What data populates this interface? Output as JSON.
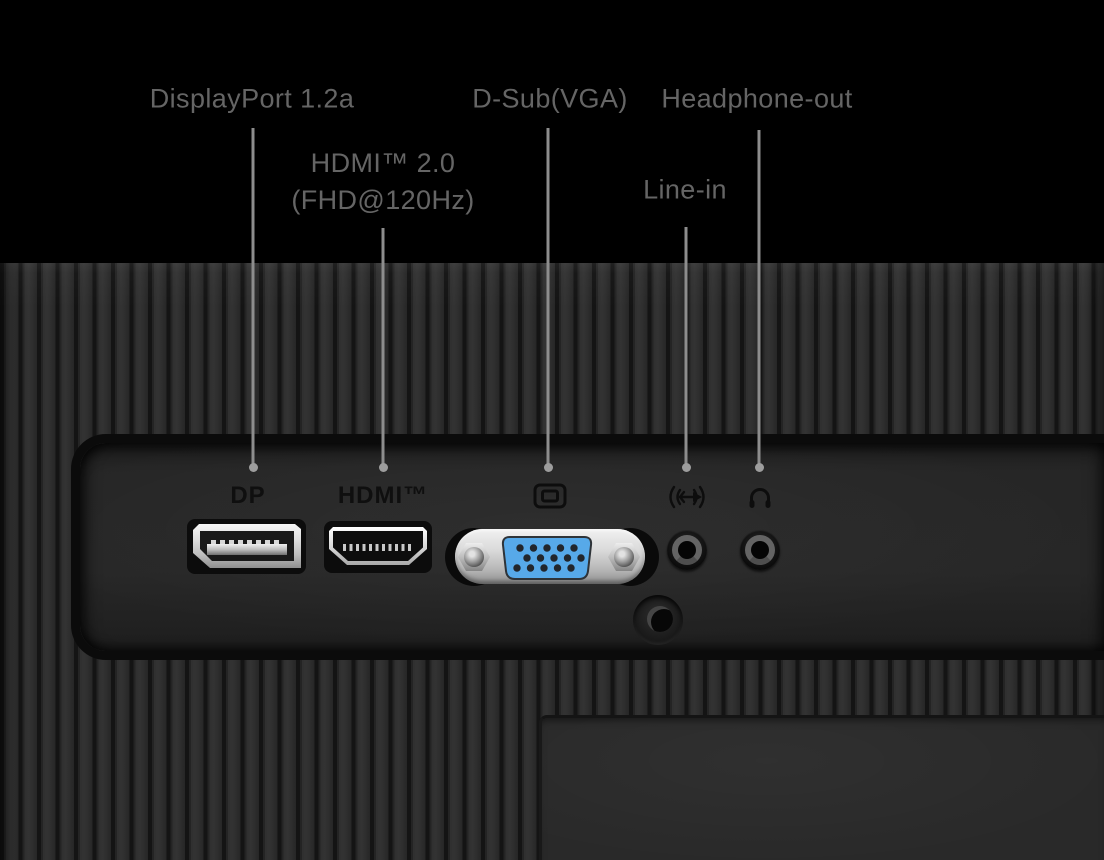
{
  "title": "Monitor rear I/O ports diagram",
  "annotations": {
    "displayport": {
      "label": "DisplayPort 1.2a"
    },
    "hdmi": {
      "label_line1": "HDMI™ 2.0",
      "label_line2": "(FHD@120Hz)"
    },
    "dsub": {
      "label": "D-Sub(VGA)"
    },
    "line_in": {
      "label": "Line-in"
    },
    "headphone": {
      "label": "Headphone-out"
    }
  },
  "panel": {
    "dp_port_label": "DP",
    "hdmi_port_label": "HDMI™",
    "icons": {
      "vga": "vga-display-icon",
      "line_in": "line-in-waves-arrow-icon",
      "headphone": "headphone-icon"
    }
  },
  "colors": {
    "background": "#000000",
    "chassis_rib": "#2f2f2f",
    "rib_groove": "#141414",
    "io_panel": "#262626",
    "annotation_text": "#656565",
    "leader_line": "#8d8d8d",
    "port_label_text": "#0f0f0f",
    "vga_blue": "#57a9e9",
    "connector_silver": "#d9d9d9"
  }
}
